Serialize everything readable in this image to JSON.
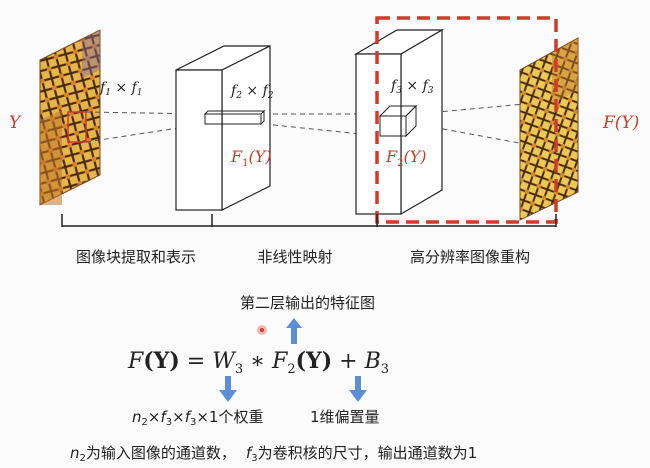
{
  "input": {
    "label": "Y"
  },
  "output": {
    "label": "F(Y)"
  },
  "kernels": {
    "k1": {
      "a": "f",
      "as": "1",
      "b": "f",
      "bs": "1"
    },
    "k2": {
      "a": "f",
      "as": "2",
      "b": "f",
      "bs": "2"
    },
    "k3": {
      "a": "f",
      "as": "3",
      "b": "f",
      "bs": "3"
    }
  },
  "features": {
    "f1": {
      "name": "F",
      "sub": "1",
      "arg": "(Y)"
    },
    "f2": {
      "name": "F",
      "sub": "2",
      "arg": "(Y)"
    }
  },
  "stages": [
    "图像块提取和表示",
    "非线性映射",
    "高分辨率图像重构"
  ],
  "equation": {
    "lhs_f": "F",
    "lhs_arg": "(Y)",
    "eq": " = ",
    "w": "W",
    "w_sub": "3",
    "star": " ∗ ",
    "f2": "F",
    "f2_sub": "2",
    "f2_arg": "(Y)",
    "plus": " + ",
    "b": "B",
    "b_sub": "3"
  },
  "annotations": {
    "top_note": "第二层输出的特征图",
    "left_note": {
      "n": "n",
      "n_sub": "2",
      "x1": "×",
      "f_a": "f",
      "f_a_sub": "3",
      "x2": "×",
      "f_b": "f",
      "f_b_sub": "3",
      "rest": "×1个权重"
    },
    "right_note": "1维偏置量"
  },
  "footnote": {
    "n": "n",
    "n_sub": "2",
    "text1": "为输入图像的通道数，",
    "f": "f",
    "f_sub": "3",
    "text2": "为卷积核的尺寸，输出通道数为1"
  },
  "colors": {
    "accent_red": "#d03b2a",
    "arrow_blue": "#5b8ed8",
    "text": "#222222",
    "butterfly_orange": "#d98a2a",
    "butterfly_yellow": "#e9c24a",
    "butterfly_dark": "#4a2a12"
  }
}
